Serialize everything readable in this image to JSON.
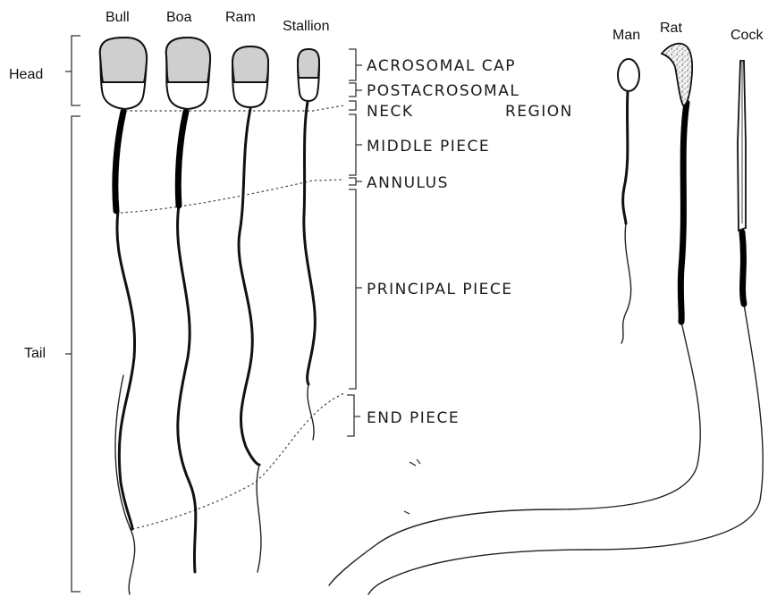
{
  "species": {
    "bull": "Bull",
    "boa": "Boa",
    "ram": "Ram",
    "stallion": "Stallion",
    "man": "Man",
    "rat": "Rat",
    "cock": "Cock"
  },
  "regions": {
    "head": "Head",
    "tail": "Tail"
  },
  "parts": {
    "acrosomal_cap": "ACROSOMAL CAP",
    "postacrosomal": "POSTACROSOMAL",
    "neck": "NECK",
    "region": "REGION",
    "middle_piece": "MIDDLE PIECE",
    "annulus": "ANNULUS",
    "principal_piece": "PRINCIPAL PIECE",
    "end_piece": "END PIECE"
  }
}
